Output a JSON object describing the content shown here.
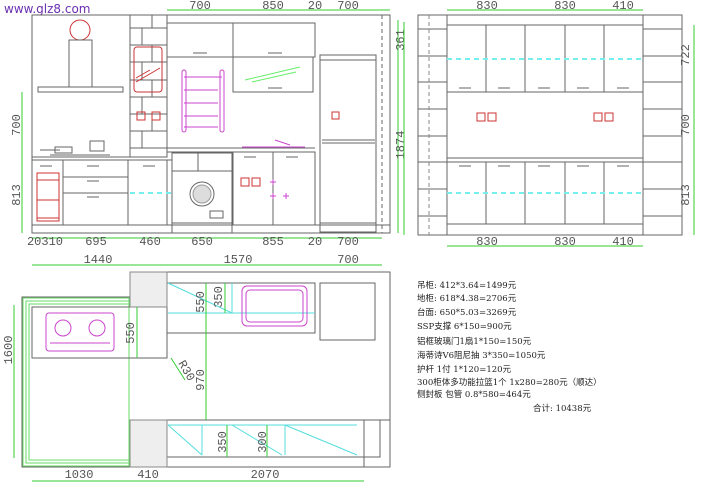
{
  "watermark": "www.glz8.com",
  "front_elevation": {
    "top_dims": [
      "700",
      "850",
      "20",
      "700"
    ],
    "left_dims": [
      "700",
      "813"
    ],
    "right_dims": [
      "361",
      "1874"
    ],
    "bottom_dims": [
      "20310",
      "695",
      "460",
      "650",
      "855",
      "20",
      "700"
    ],
    "total_dims": [
      "1440",
      "1570",
      "700"
    ]
  },
  "side_elevation": {
    "top_dims": [
      "830",
      "830",
      "410"
    ],
    "bottom_dims": [
      "830",
      "830",
      "410"
    ],
    "left_dims": [
      "361",
      "1874"
    ],
    "right_dims": [
      "722",
      "700",
      "813"
    ]
  },
  "plan": {
    "left_dim": "1600",
    "inner_dims": [
      "550",
      "550",
      "350",
      "R30",
      "970",
      "350",
      "300"
    ],
    "bottom_dims": [
      "1030",
      "410",
      "2070"
    ]
  },
  "price_list": {
    "items": [
      "吊柜: 412*3.64=1499元",
      "地柜: 618*4.38=2706元",
      "台面: 650*5.03=3269元",
      "SSP支撑 6*150=900元",
      "铝框玻璃门1扇1*150=150元",
      "海蒂诗V6阻尼抽 3*350=1050元",
      "护杆 1付 1*120=120元",
      "300柜体多功能拉篮1个 1x280=280元（顺达）",
      "侧封板 包管 0.8*580=464元"
    ],
    "total": "合计: 10438元"
  },
  "colors": {
    "dimension": "#33cc33",
    "line": "#666666",
    "appliance": "#cc44cc",
    "socket": "#cc3333",
    "glass": "#55dddd",
    "watermark": "#6a2fb0"
  }
}
